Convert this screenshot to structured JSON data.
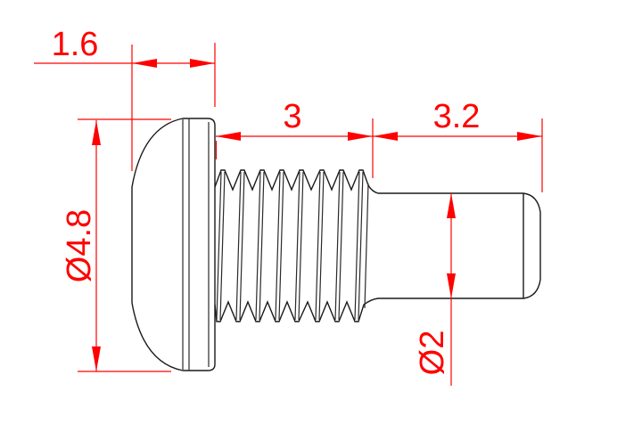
{
  "drawing": {
    "kind": "technical dimension drawing",
    "subject": "round head screw, side view",
    "background": "#ffffff",
    "outline_color": "#1a1a1a",
    "dimension_color": "#ff0000",
    "dimensions": {
      "head_thickness": {
        "label": "1.6",
        "value": 1.6,
        "orientation": "horizontal",
        "measures": "head thickness"
      },
      "thread_length": {
        "label": "3",
        "value": 3,
        "orientation": "horizontal",
        "measures": "threaded section length"
      },
      "shank_length": {
        "label": "3.2",
        "value": 3.2,
        "orientation": "horizontal",
        "measures": "plain shank length"
      },
      "head_diameter": {
        "label": "Ø4.8",
        "value": 4.8,
        "orientation": "vertical",
        "measures": "head diameter"
      },
      "shank_diameter": {
        "label": "Ø2",
        "value": 2,
        "orientation": "vertical",
        "measures": "shank diameter"
      }
    }
  }
}
